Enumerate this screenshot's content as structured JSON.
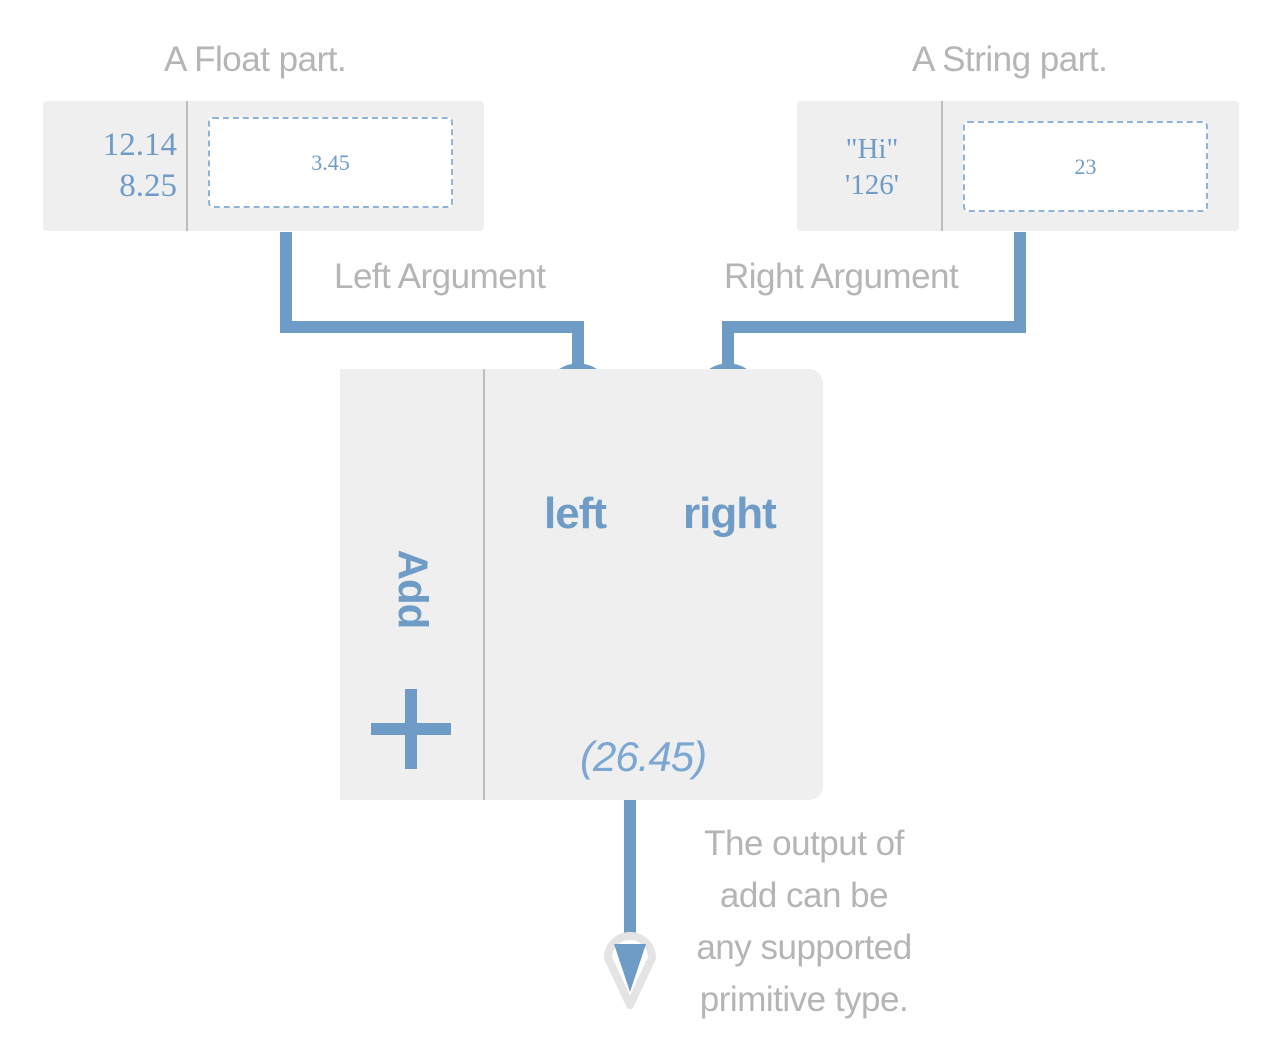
{
  "float_part": {
    "caption": "A Float part.",
    "values": [
      "12.14",
      "8.25"
    ],
    "input_value": "3.45"
  },
  "string_part": {
    "caption": "A String part.",
    "values": [
      "\"Hi\"",
      "'126'"
    ],
    "input_value": "23"
  },
  "connections": {
    "left_label": "Left Argument",
    "right_label": "Right Argument"
  },
  "add_node": {
    "title": "Add",
    "icon": "plus-icon",
    "ports": {
      "left": "left",
      "right": "right"
    },
    "result": "(26.45)"
  },
  "output_note": [
    "The output of",
    "add can be",
    "any supported",
    "primitive type."
  ],
  "colors": {
    "wire": "#6e9cc6",
    "panel": "#efefef",
    "caption": "#b5b5b5",
    "divider": "#bdbdbd"
  }
}
